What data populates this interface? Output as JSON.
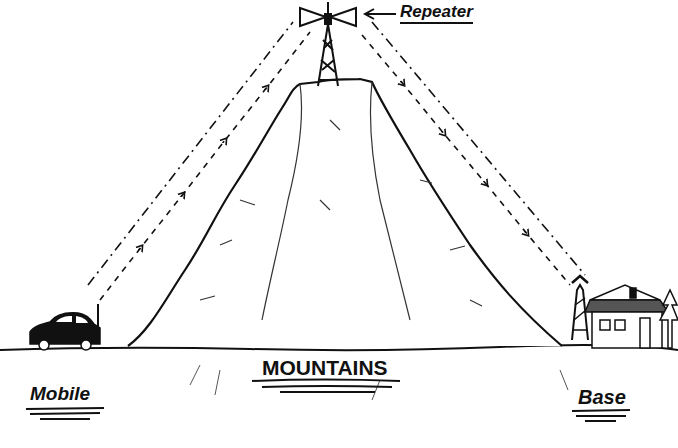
{
  "diagram": {
    "labels": [
      "Repeater",
      "MOUNTAINS",
      "Mobile",
      "Base"
    ]
  }
}
